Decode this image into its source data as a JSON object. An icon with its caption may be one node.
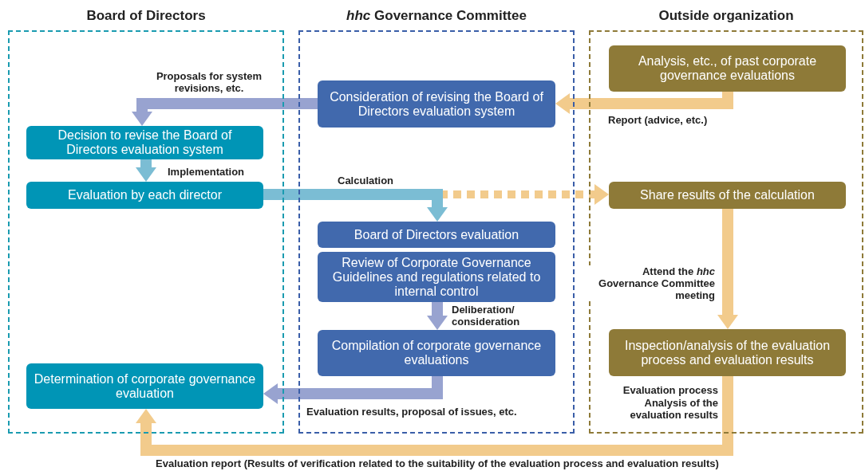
{
  "diagram": {
    "nodes": [
      {
        "text": [
          "Board of Directors"
        ]
      },
      {
        "text": [
          "*hhc* Governance Committee"
        ]
      },
      {
        "text": [
          "Outside organization"
        ]
      },
      {
        "text": [
          "Decision to revise the Board of Directors evaluation system"
        ],
        "in": 0
      },
      {
        "text": [
          "Evaluation by each director"
        ],
        "in": 0
      },
      {
        "text": [
          "Determination of corporate governance evaluation"
        ],
        "in": 0
      },
      {
        "text": [
          "Consideration of revising the Board of Directors evaluation system"
        ],
        "in": 1
      },
      {
        "text": [
          "Board of Directors evaluation"
        ],
        "in": 1
      },
      {
        "text": [
          "Review of Corporate Governance Guidelines and regulations related to internal control"
        ],
        "in": 1
      },
      {
        "text": [
          "Compilation of corporate governance evaluations"
        ],
        "in": 1
      },
      {
        "text": [
          "Analysis, etc., of past corporate governance evaluations"
        ],
        "in": 2
      },
      {
        "text": [
          "Share results of the calculation"
        ],
        "in": 2
      },
      {
        "text": [
          "Inspection/analysis of the evaluation process and evaluation results"
        ],
        "in": 2
      }
    ],
    "edges": [
      {
        "from": 6,
        "to": 3,
        "arrow": "to",
        "label": "Proposals for system revisions, etc.",
        "color": "#98a3d0"
      },
      {
        "from": 10,
        "to": 6,
        "arrow": "to",
        "label": "Report (advice, etc.)",
        "color": "#f2cb8c"
      },
      {
        "from": 3,
        "to": 4,
        "arrow": "to",
        "label": "Implementation",
        "color": "#7bbdd4"
      },
      {
        "from": 4,
        "to": 7,
        "arrow": "to",
        "label": "Calculation",
        "color": "#7bbdd4"
      },
      {
        "from": 4,
        "to": 11,
        "arrow": "to",
        "style": "dashed",
        "color": "#f2cb8c"
      },
      {
        "from": 11,
        "to": 12,
        "arrow": "to",
        "label": "Attend the *hhc* Governance Committee meeting",
        "color": "#f2cb8c"
      },
      {
        "from": 8,
        "to": 9,
        "arrow": "to",
        "label": "Deliberation/ consideration",
        "color": "#98a3d0"
      },
      {
        "from": 9,
        "to": 5,
        "arrow": "to",
        "label": "Evaluation results, proposal of issues, etc.",
        "color": "#98a3d0"
      },
      {
        "from": 12,
        "to": 5,
        "arrow": "to",
        "label": "Evaluation report (Results of verification related to the suitability of the evaluation process and evaluation results)",
        "color": "#f2cb8c"
      }
    ],
    "labels": [
      "Evaluation process",
      "Analysis of the evaluation results"
    ]
  }
}
